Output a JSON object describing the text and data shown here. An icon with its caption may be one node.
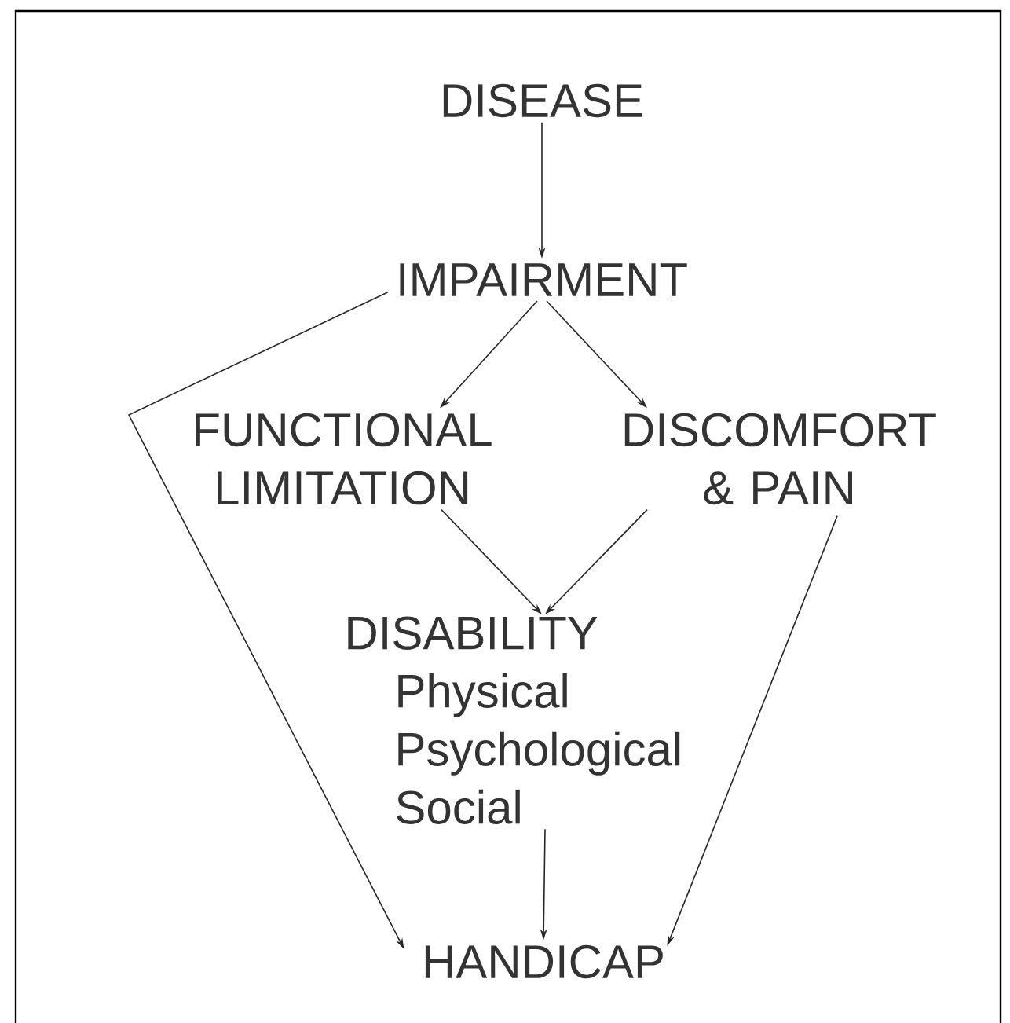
{
  "diagram": {
    "nodes": [
      {
        "text": [
          "DISEASE"
        ]
      },
      {
        "text": [
          "IMPAIRMENT"
        ]
      },
      {
        "text": [
          "FUNCTIONAL LIMITATION"
        ]
      },
      {
        "text": [
          "DISCOMFORT & PAIN"
        ]
      },
      {
        "text": [
          "DISABILITY",
          "Physical",
          "Psychological",
          "Social"
        ]
      },
      {
        "text": [
          "HANDICAP"
        ]
      }
    ],
    "edges": [
      {
        "from": 0,
        "to": 1,
        "arrow": "to"
      },
      {
        "from": 1,
        "to": 2,
        "arrow": "to"
      },
      {
        "from": 1,
        "to": 3,
        "arrow": "to"
      },
      {
        "from": 2,
        "to": 4,
        "arrow": "to"
      },
      {
        "from": 3,
        "to": 4,
        "arrow": "to"
      },
      {
        "from": 4,
        "to": 5,
        "arrow": "to"
      },
      {
        "from": 1,
        "to": 5,
        "arrow": "to"
      },
      {
        "from": 3,
        "to": 5,
        "arrow": "to"
      }
    ]
  }
}
